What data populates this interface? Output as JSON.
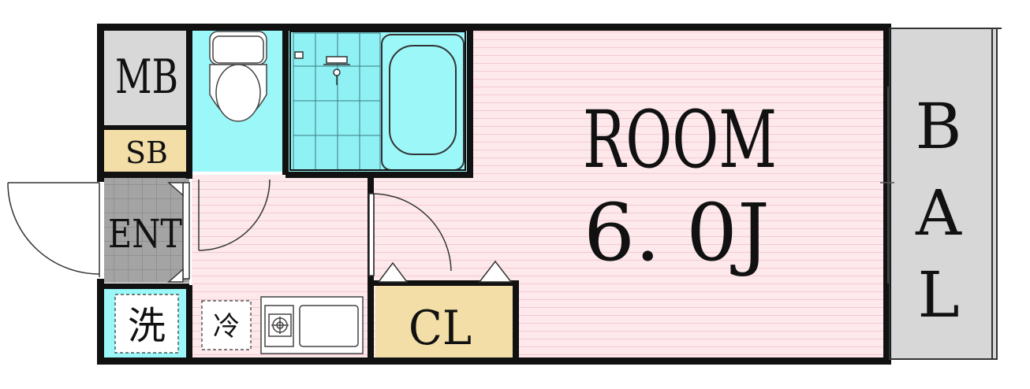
{
  "floor_plan": {
    "rooms": {
      "mb": {
        "label": "MB"
      },
      "sb": {
        "label": "SB"
      },
      "ent": {
        "label": "ENT"
      },
      "washer": {
        "label": "洗"
      },
      "fridge": {
        "label": "冷"
      },
      "closet": {
        "label": "CL"
      },
      "room": {
        "label": "ROOM",
        "size": "6. 0J"
      },
      "balcony": {
        "letters": [
          "B",
          "A",
          "L"
        ]
      }
    },
    "colors": {
      "wall": "#111111",
      "room_floor": "#fde9ec",
      "room_stripe": "#f6cdd3",
      "bath_aqua": "#9cf7f9",
      "gray_space": "#d8d8d8",
      "closet_beige": "#f2dea6",
      "entrance_tile": "#9e9e9e"
    }
  }
}
